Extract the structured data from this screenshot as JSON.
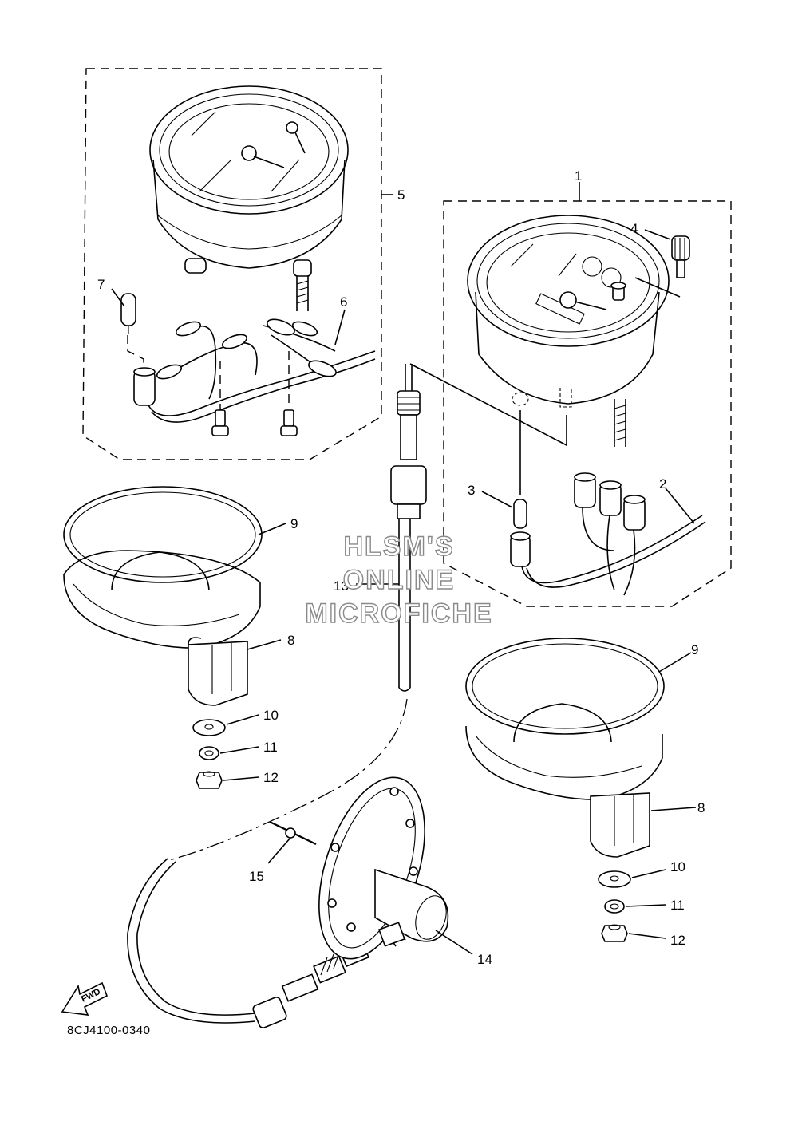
{
  "diagram": {
    "callouts": [
      "1",
      "2",
      "3",
      "4",
      "5",
      "6",
      "7",
      "8",
      "9",
      "10",
      "11",
      "12",
      "13",
      "14",
      "15"
    ],
    "callouts_right": {
      "p8": "8",
      "p9": "9",
      "p10": "10",
      "p11": "11",
      "p12": "12"
    },
    "fwd_label": "FWD",
    "drawing_code": "8CJ4100-0340",
    "watermark": [
      "HLSM'S",
      "ONLINE",
      "MICROFICHE"
    ]
  }
}
